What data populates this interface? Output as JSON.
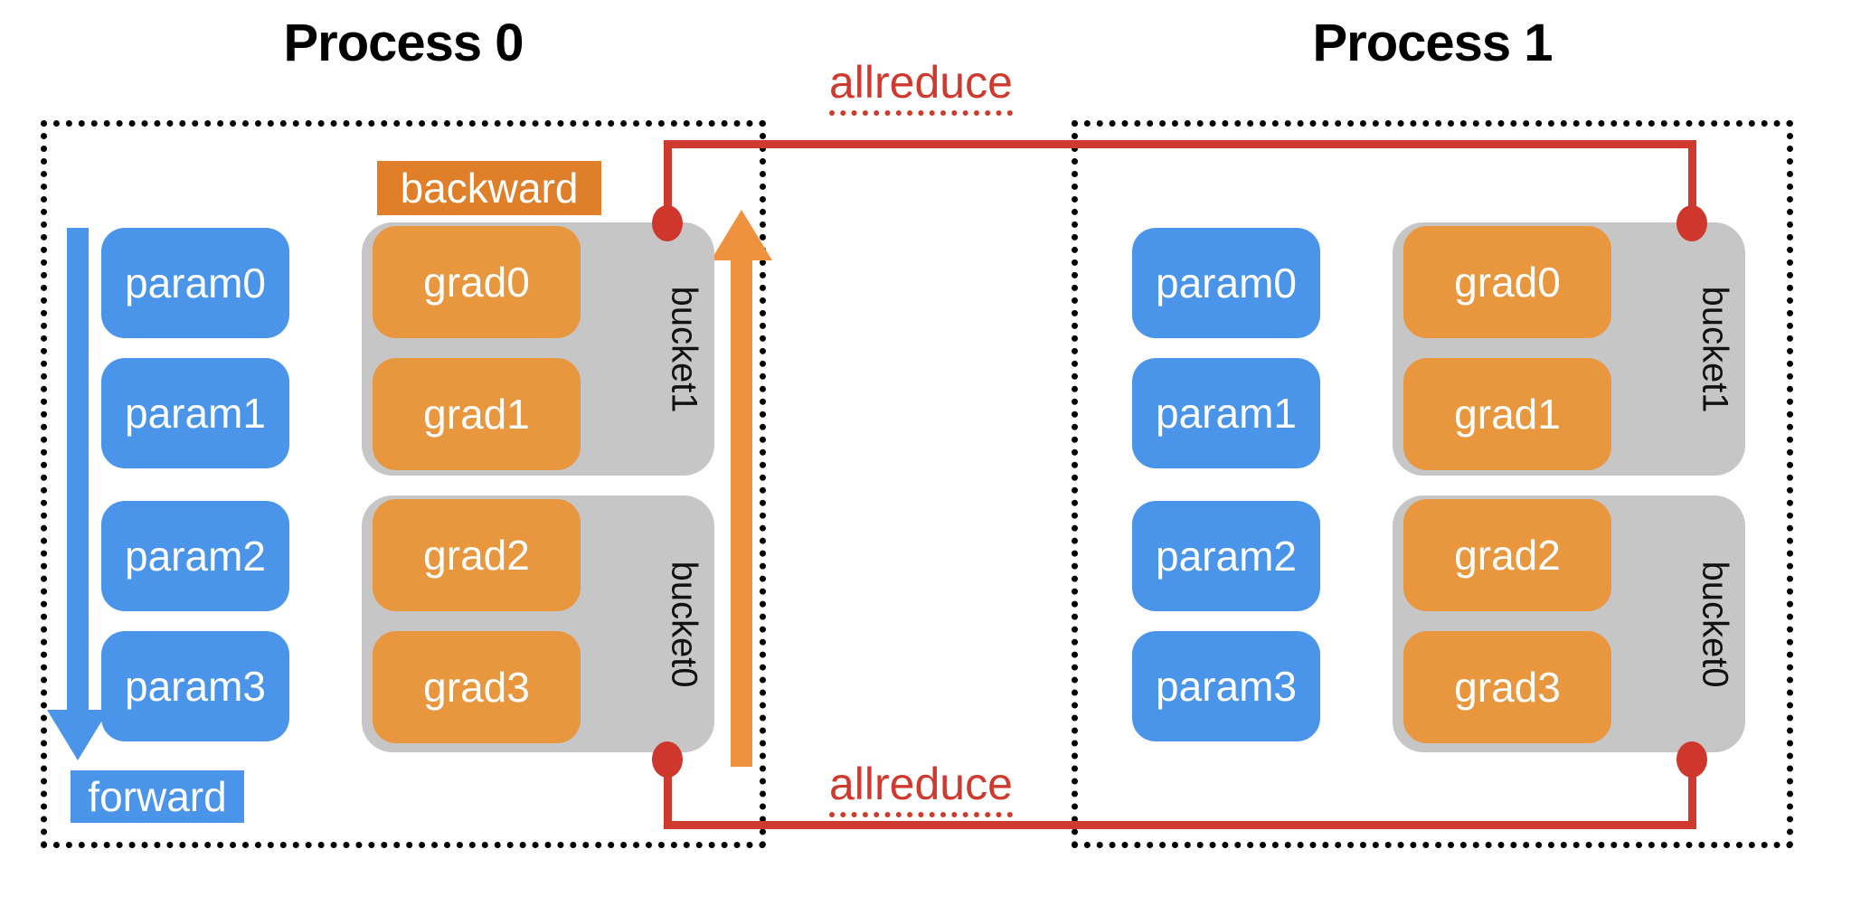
{
  "diagram": {
    "title_note": "PyTorch DistributedDataParallel gradient bucketing / allreduce",
    "processes": [
      {
        "id": "p0",
        "title": "Process 0",
        "buckets": [
          {
            "label": "bucket1",
            "rows": [
              {
                "param": "param0",
                "grad": "grad0"
              },
              {
                "param": "param1",
                "grad": "grad1"
              }
            ]
          },
          {
            "label": "bucket0",
            "rows": [
              {
                "param": "param2",
                "grad": "grad2"
              },
              {
                "param": "param3",
                "grad": "grad3"
              }
            ]
          }
        ]
      },
      {
        "id": "p1",
        "title": "Process 1",
        "buckets": [
          {
            "label": "bucket1",
            "rows": [
              {
                "param": "param0",
                "grad": "grad0"
              },
              {
                "param": "param1",
                "grad": "grad1"
              }
            ]
          },
          {
            "label": "bucket0",
            "rows": [
              {
                "param": "param2",
                "grad": "grad2"
              },
              {
                "param": "param3",
                "grad": "grad3"
              }
            ]
          }
        ]
      }
    ],
    "annotations": {
      "forward_label": "forward",
      "backward_label": "backward",
      "allreduce_top_label": "allreduce",
      "allreduce_bottom_label": "allreduce"
    },
    "colors": {
      "param": "#4a95ea",
      "grad": "#e8973e",
      "backward_chip": "#df7f2a",
      "forward_chip": "#4a95ea",
      "bucket": "#c6c6c6",
      "allreduce": "#cf3a2e",
      "dot": "#d0372c",
      "process_border": "#000000",
      "forward_arrow": "#4a95ea",
      "backward_arrow": "#ef9240"
    }
  }
}
